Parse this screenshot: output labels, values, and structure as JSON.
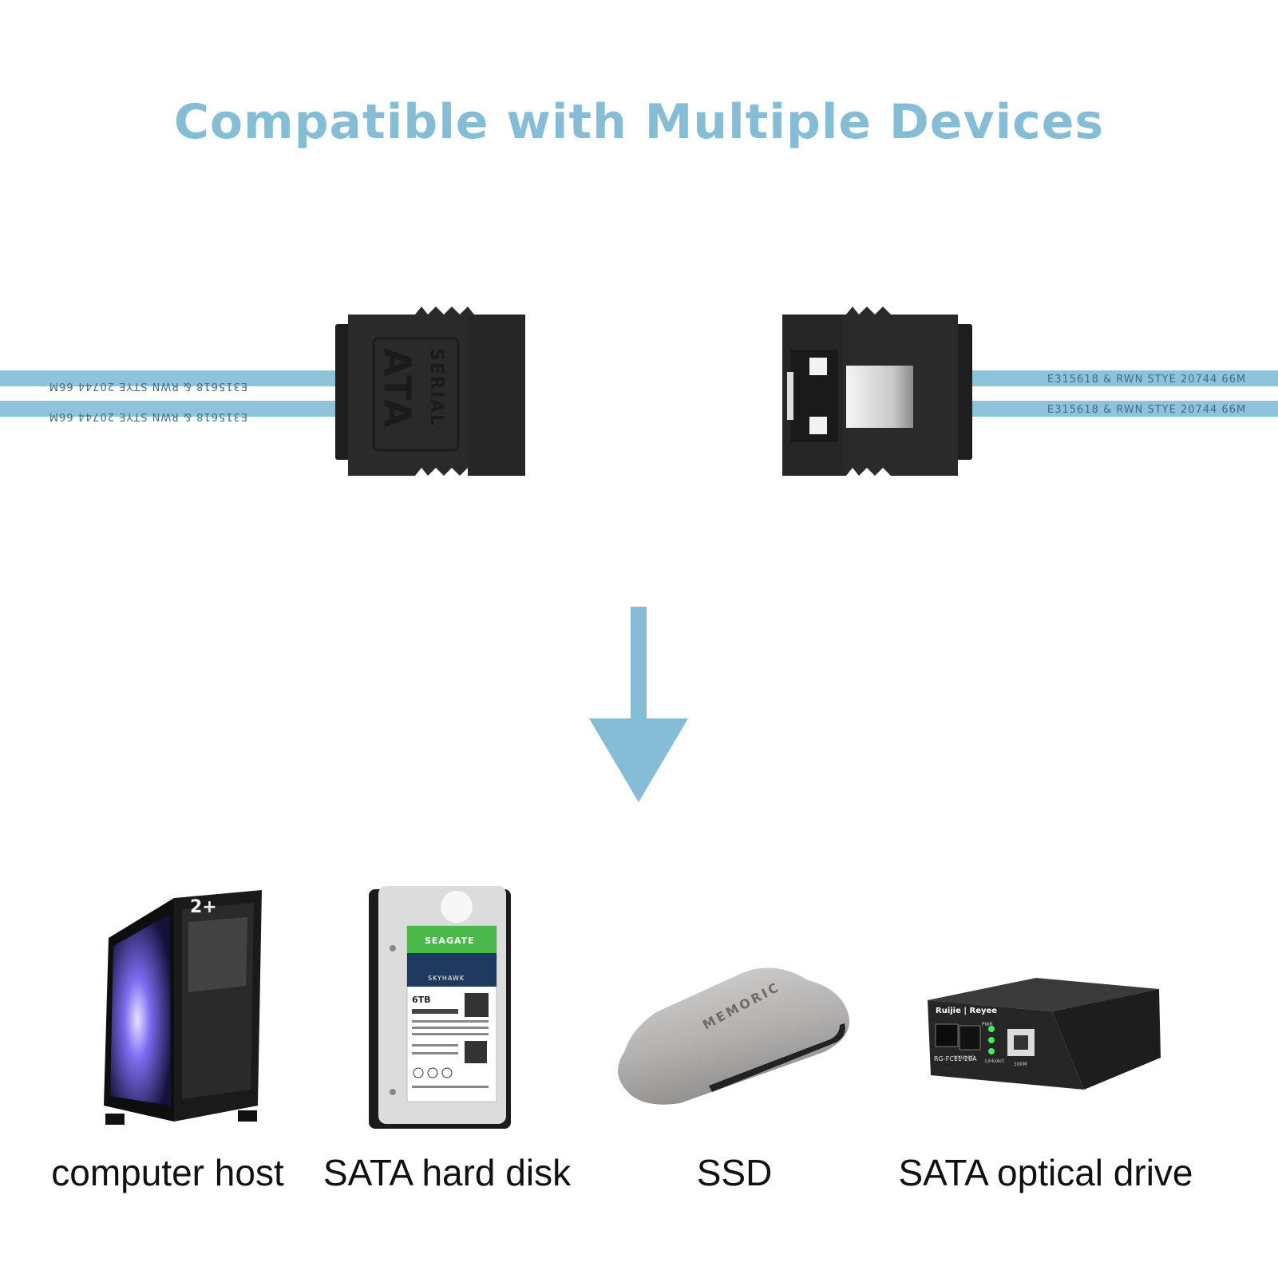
{
  "title": "Compatible with Multiple Devices",
  "cable": {
    "print": "E315618 & RWN STYE 20744 66M",
    "connector_emboss_top": "SERIAL",
    "connector_emboss_bottom": "ATA"
  },
  "devices": [
    {
      "label": "computer host",
      "icon": "pc-tower-icon"
    },
    {
      "label": "SATA hard disk",
      "icon": "hard-disk-icon"
    },
    {
      "label": "SSD",
      "icon": "ssd-icon"
    },
    {
      "label": "SATA optical drive",
      "icon": "media-converter-icon"
    }
  ],
  "hdd": {
    "brand": "SEAGATE",
    "model": "SKYHAWK",
    "capacity": "6TB"
  },
  "ssd": {
    "brand": "MEMORIC"
  },
  "converter": {
    "brand": "Ruijie | Reyee",
    "model": "RG-FC11-20A",
    "port_left": "100M SC",
    "port_right": "100M",
    "led_pwr": "PWR",
    "led_link": "Link/Act"
  },
  "colors": {
    "accent": "#85bdd6",
    "cable": "#8fc3dc",
    "connector": "#2a2a2a"
  }
}
